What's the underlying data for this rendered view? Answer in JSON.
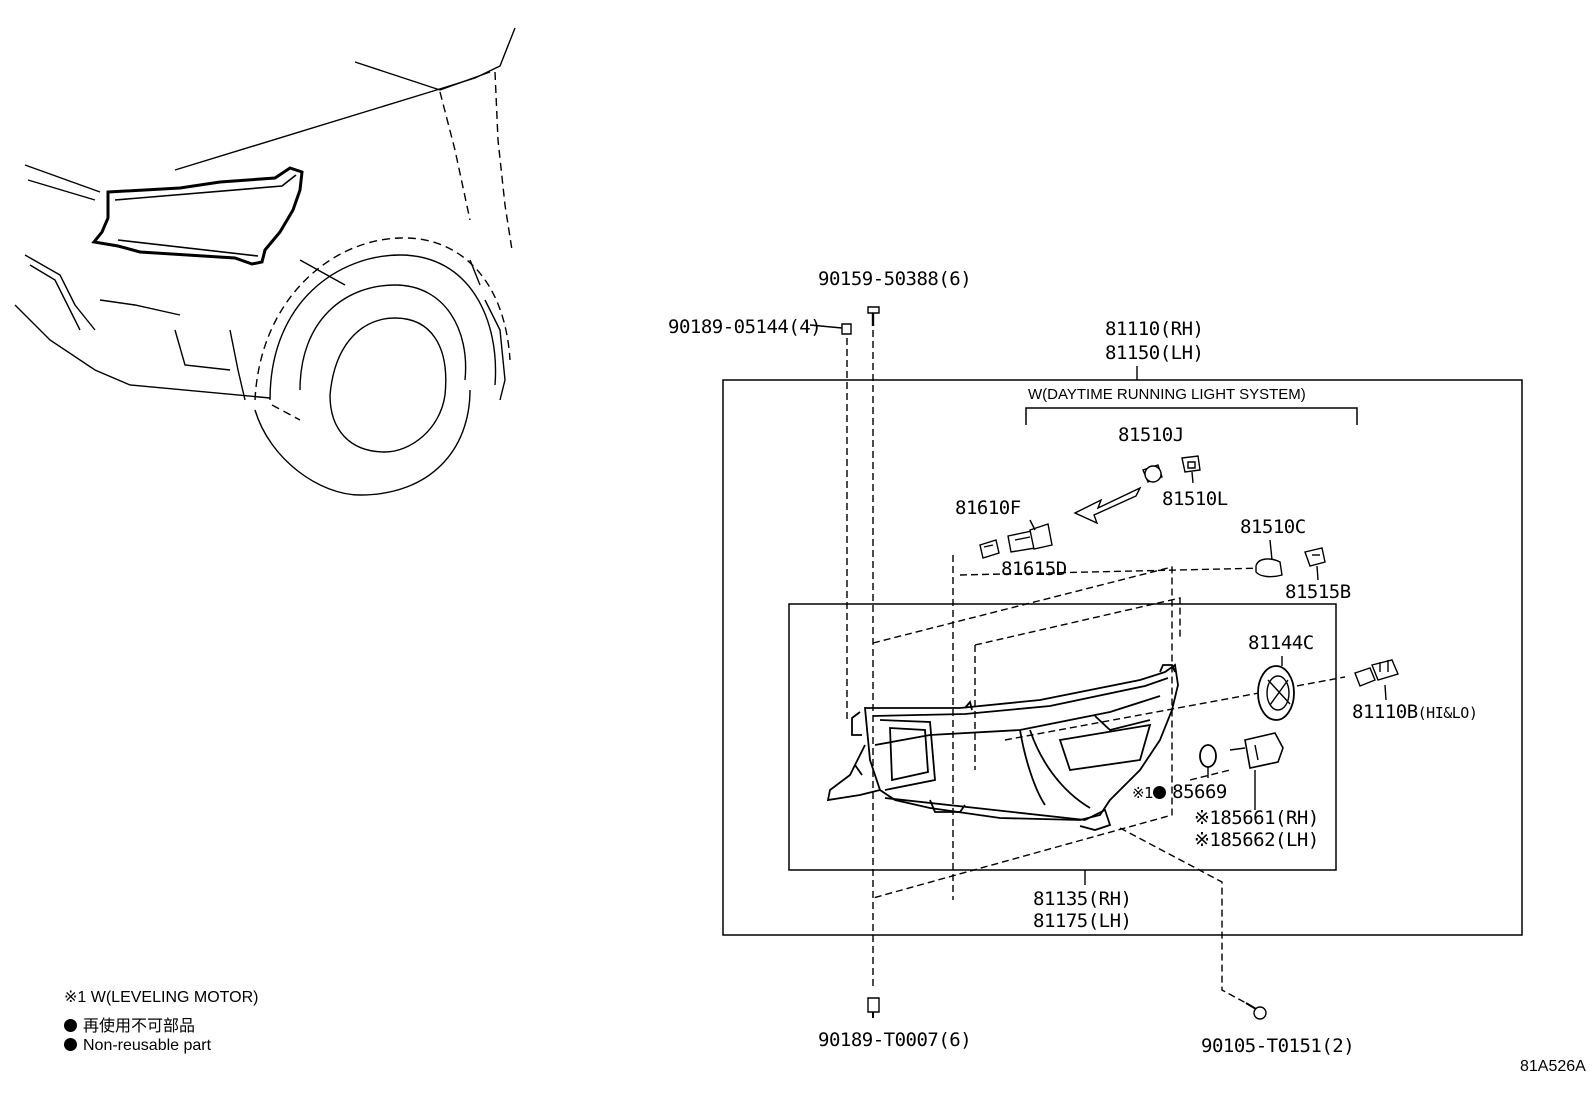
{
  "parts": {
    "p_90159_50388": "90159-50388(6)",
    "p_90189_05144": "90189-05144(4)",
    "p_81110": "81110(RH)",
    "p_81150": "81150(LH)",
    "system_label": "W(DAYTIME RUNNING LIGHT SYSTEM)",
    "p_81510J": "81510J",
    "p_81510L": "81510L",
    "p_81610F": "81610F",
    "p_81615D": "81615D",
    "p_81510C": "81510C",
    "p_81515B": "81515B",
    "p_81144C": "81144C",
    "p_81110B": "81110B",
    "p_81110B_suffix": "(HI&LO)",
    "p_85669_mark": "※1",
    "p_85669": "85669",
    "p_85661": "※185661(RH)",
    "p_85662": "※185662(LH)",
    "p_81135": "81135(RH)",
    "p_81175": "81175(LH)",
    "p_90189_T0007": "90189-T0007(6)",
    "p_90105_T0151": "90105-T0151(2)"
  },
  "legend": {
    "note1": "※1 W(LEVELING MOTOR)",
    "note2": "再使用不可部品",
    "note3": "Non-reusable part"
  },
  "illustration_code": "81A526A"
}
